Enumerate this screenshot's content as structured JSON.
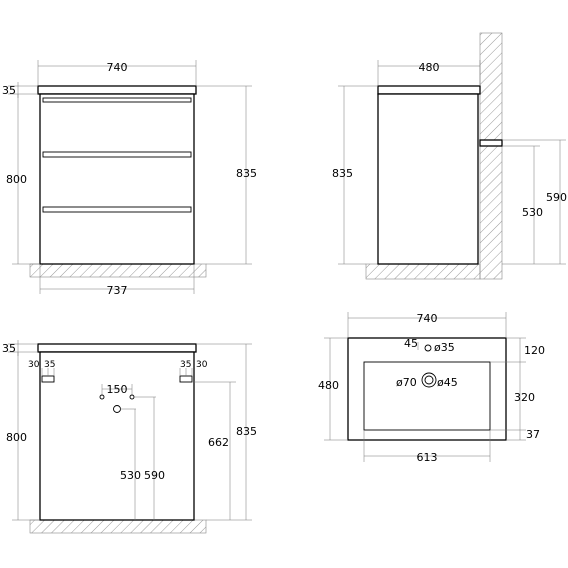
{
  "front_view": {
    "width_top": "740",
    "top_height": "35",
    "body_height": "800",
    "total_height": "835",
    "base_width": "737"
  },
  "side_view": {
    "depth": "480",
    "total_height": "835",
    "pipe_height_upper": "590",
    "pipe_height_lower": "530"
  },
  "back_view": {
    "top_height": "35",
    "body_height": "800",
    "total_height": "835",
    "inner_height": "662",
    "bracket_left_a": "30",
    "bracket_left_b": "35",
    "bracket_right_a": "35",
    "bracket_right_b": "30",
    "hole_spacing": "150",
    "pipe_low": "530",
    "pipe_high": "590"
  },
  "top_view": {
    "width": "740",
    "depth": "480",
    "faucet_offset": "45",
    "faucet_hole": "ø35",
    "back_margin": "120",
    "basin_depth": "320",
    "front_margin": "37",
    "drain_outer": "ø70",
    "drain_inner": "ø45",
    "basin_width": "613"
  }
}
